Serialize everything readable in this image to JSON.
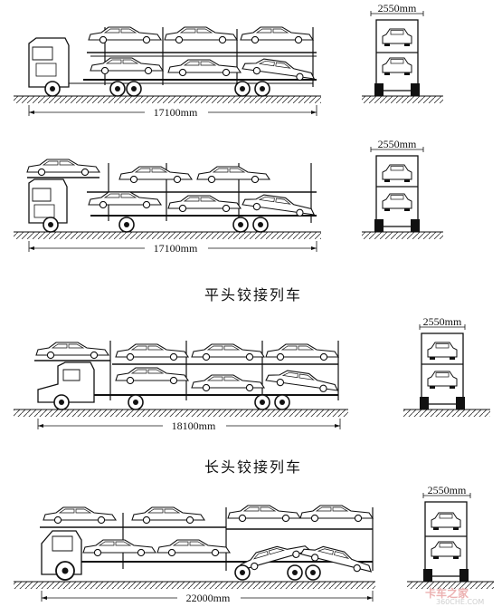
{
  "diagrams": [
    {
      "length_label": "17100mm",
      "width_label": "2550mm"
    },
    {
      "length_label": "17100mm",
      "width_label": "2550mm"
    },
    {
      "length_label": "18100mm",
      "width_label": "2550mm"
    },
    {
      "length_label": "22000mm",
      "width_label": "2550mm"
    }
  ],
  "captions": {
    "flat_head": "平头铰接列车",
    "long_head": "长头铰接列车"
  },
  "watermark": {
    "logo_text": "卡车之家",
    "url_text": "360CHE.COM"
  }
}
